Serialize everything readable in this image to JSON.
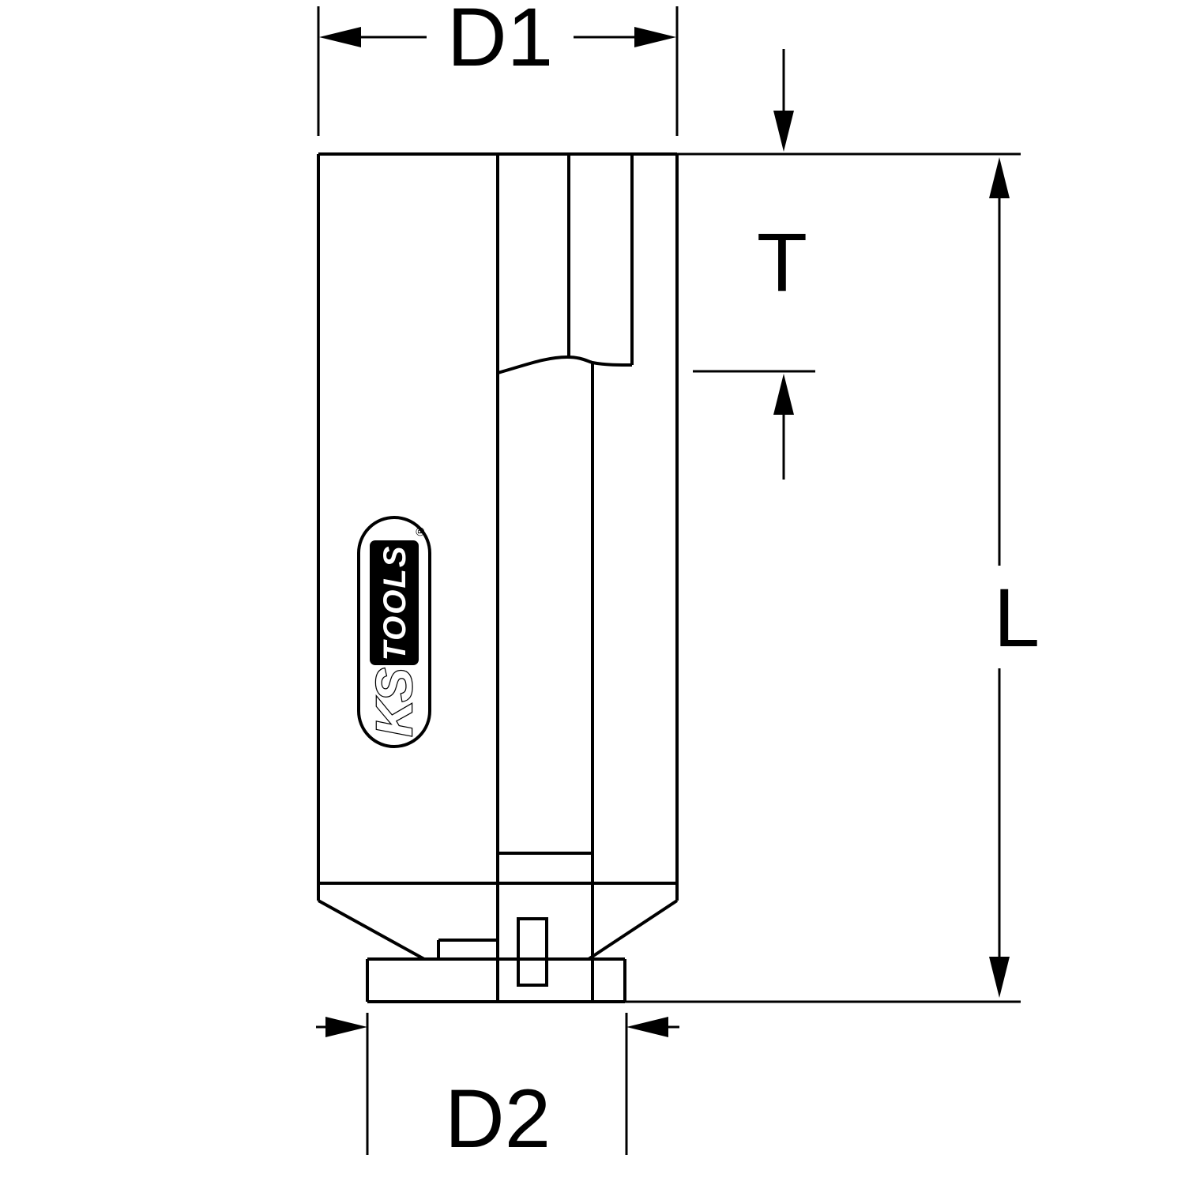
{
  "diagram": {
    "dimensions": {
      "d1": "D1",
      "t": "T",
      "l": "L",
      "d2": "D2"
    },
    "logo": {
      "brand": "KS",
      "suffix": "TOOLS",
      "registered": "®"
    },
    "colors": {
      "line": "#000000",
      "background": "#ffffff"
    }
  }
}
